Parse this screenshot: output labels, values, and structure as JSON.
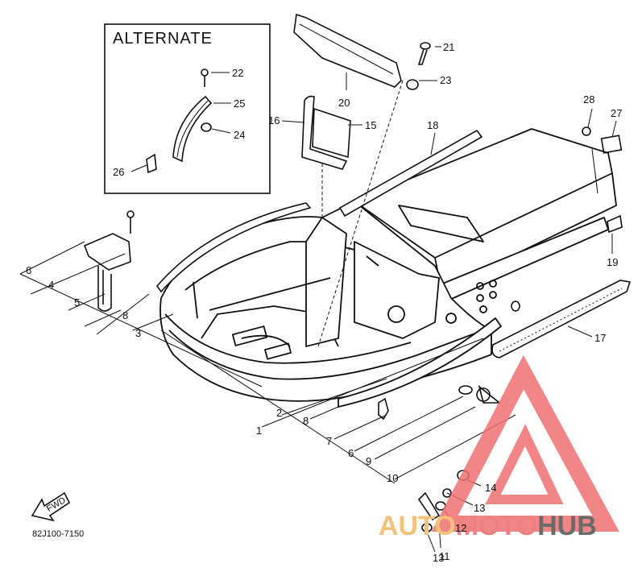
{
  "diagram": {
    "alternate_title": "ALTERNATE",
    "drawing_code": "82J100-7150",
    "fwd_label": "FWD",
    "callouts": {
      "c1": "1",
      "c2": "2",
      "c3": "3",
      "c4": "4",
      "c5": "5",
      "c6a": "6",
      "c6b": "6",
      "c7": "7",
      "c8a": "8",
      "c8b": "8",
      "c9": "9",
      "c10": "10",
      "c11": "11",
      "c12": "12",
      "c13a": "13",
      "c13b": "13",
      "c14": "14",
      "c15": "15",
      "c16": "16",
      "c17": "17",
      "c18": "18",
      "c19": "19",
      "c20": "20",
      "c21": "21",
      "c22": "22",
      "c23": "23",
      "c24": "24",
      "c25": "25",
      "c26": "26",
      "c27": "27",
      "c28": "28"
    }
  },
  "watermark": {
    "part1": "AUTO",
    "part2": "MOTO",
    "part3": "HUB",
    "colors": {
      "auto": "#f2c27a",
      "moto": "#f08080",
      "hub": "#6b6b6b",
      "triangle": "#f07070"
    }
  }
}
